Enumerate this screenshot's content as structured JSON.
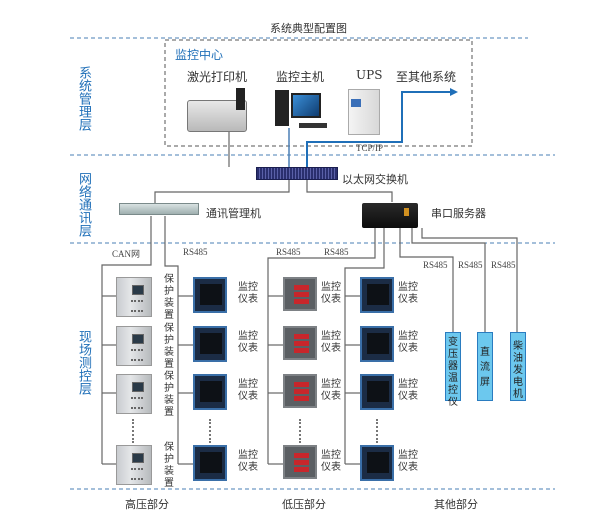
{
  "title": "系统典型配置图",
  "layers": [
    "系统管理层",
    "网络通讯层",
    "现场测控层"
  ],
  "monitoring_center": {
    "title": "监控中心",
    "items": [
      "激光打印机",
      "监控主机",
      "UPS",
      "至其他系统"
    ],
    "protocol": "TCP/IP"
  },
  "network": {
    "switch": "以太网交换机",
    "comm_manager": "通讯管理机",
    "serial_server": "串口服务器"
  },
  "buses": {
    "can": "CAN网",
    "rs485": "RS485"
  },
  "field": {
    "protection": "保护装置",
    "meter": "监控仪表",
    "others": [
      "变压器温控仪",
      "直流屏",
      "柴油发电机"
    ]
  },
  "sections": [
    "高压部分",
    "低压部分",
    "其他部分"
  ],
  "colors": {
    "accent": "#1f6fb8",
    "device_fill": "#6cc8ee",
    "line": "#666666",
    "arrow": "#1f6fb8"
  }
}
